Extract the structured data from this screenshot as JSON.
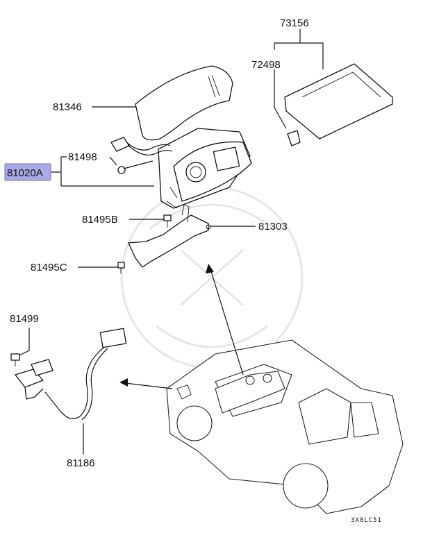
{
  "parts": {
    "p73156": "73156",
    "p72498": "72498",
    "p81346": "81346",
    "p81498": "81498",
    "p81020A": "81020A",
    "p81495B": "81495B",
    "p81303": "81303",
    "p81495C": "81495C",
    "p81499": "81499",
    "p81186": "81186"
  },
  "diagram_code": "3X8LC51",
  "colors": {
    "highlight": "#a9a9e6",
    "highlight_border": "#6e6ec8"
  }
}
